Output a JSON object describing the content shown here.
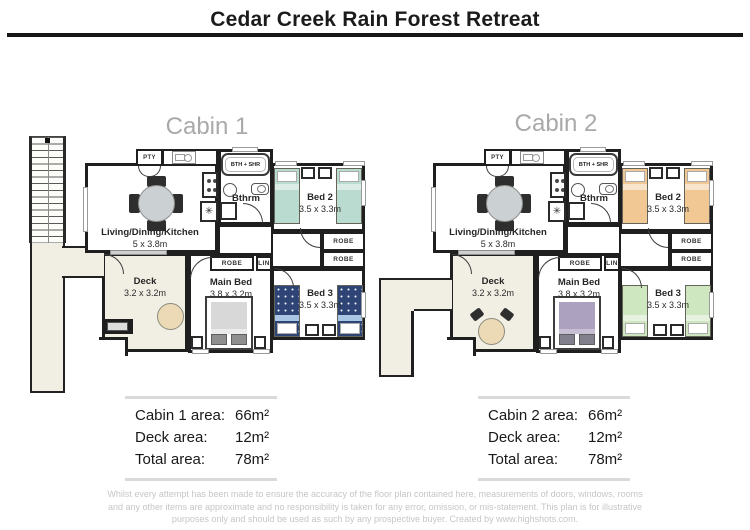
{
  "header": {
    "title": "Cedar Creek Rain Forest Retreat"
  },
  "palette": {
    "wall": "#1f1f1f",
    "deck_floor": "#f1eee4",
    "area_rule_gray": "#dadada",
    "cabin_title_gray": "#a9a9a9",
    "disclaimer_gray": "#c6c6c6"
  },
  "cabins": [
    {
      "title": "Cabin 1",
      "rooms": {
        "living": {
          "name": "Living/Dining/Kitchen",
          "dims": "5 x 3.8m"
        },
        "deck": {
          "name": "Deck",
          "dims": "3.2 x 3.2m"
        },
        "main_bed": {
          "name": "Main Bed",
          "dims": "3.8 x 3.2m"
        },
        "bed2": {
          "name": "Bed 2",
          "dims": "3.5 x 3.3m"
        },
        "bed3": {
          "name": "Bed 3",
          "dims": "3.5 x 3.3m"
        },
        "bathroom": {
          "name": "Bthrm"
        },
        "bath_shower": "BTH + SHR",
        "pantry": "PTY",
        "robe_a": "ROBE",
        "robe_b": "ROBE",
        "robe_main": "ROBE",
        "linen": "LIN",
        "laundry_symbol": "✳"
      },
      "colors": {
        "bed2": "#b9dbd0",
        "bed3": "#2e4474",
        "main_bed": "#d8d8d8",
        "main_strip": "#ebebeb",
        "main_pillow": "#8f8f8f"
      },
      "area_table": {
        "rows": [
          {
            "label": "Cabin 1 area:",
            "value": "66m²"
          },
          {
            "label": "Deck area:",
            "value": "12m²"
          },
          {
            "label": "Total area:",
            "value": "78m²"
          }
        ]
      }
    },
    {
      "title": "Cabin 2",
      "rooms": {
        "living": {
          "name": "Living/Dining/Kitchen",
          "dims": "5 x 3.8m"
        },
        "deck": {
          "name": "Deck",
          "dims": "3.2 x 3.2m"
        },
        "main_bed": {
          "name": "Main Bed",
          "dims": "3.8 x 3.2m"
        },
        "bed2": {
          "name": "Bed 2",
          "dims": "3.5 x 3.3m"
        },
        "bed3": {
          "name": "Bed 3",
          "dims": "3.5 x 3.3m"
        },
        "bathroom": {
          "name": "Bthrm"
        },
        "bath_shower": "BTH + SHR",
        "pantry": "PTY",
        "robe_a": "ROBE",
        "robe_b": "ROBE",
        "robe_main": "ROBE",
        "linen": "LIN",
        "laundry_symbol": "✳"
      },
      "colors": {
        "bed2": "#f1c894",
        "bed3": "#cfe7c0",
        "main_bed": "#ada1c0",
        "main_strip": "#c8bfd4",
        "main_pillow": "#82808c"
      },
      "area_table": {
        "rows": [
          {
            "label": "Cabin 2 area:",
            "value": "66m²"
          },
          {
            "label": "Deck area:",
            "value": "12m²"
          },
          {
            "label": "Total area:",
            "value": "78m²"
          }
        ]
      }
    }
  ],
  "footer": {
    "disclaimer_lines": [
      "Whilst every attempt has been made to ensure the accuracy of the floor plan contained here, measurements of doors, windows, rooms",
      "and any other items are approximate and no responsibility is taken for any error, omission, or mis-statement. This plan is for illustrative",
      "purposes only and should be used as such by any prospective buyer.  Created by www.highshots.com."
    ]
  }
}
